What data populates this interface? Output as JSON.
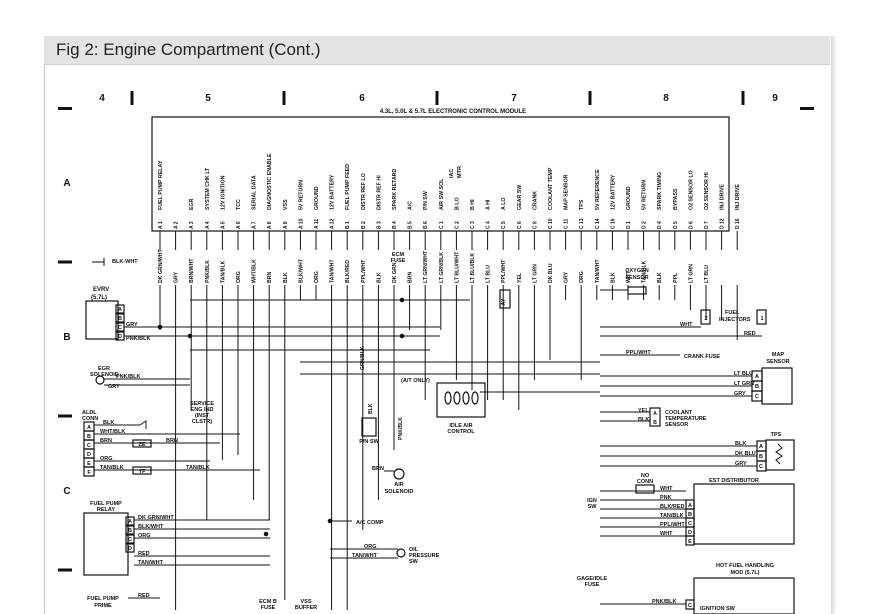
{
  "page": {
    "title": "Fig 2: Engine Compartment (Cont.)"
  },
  "grid": {
    "columns": [
      "4",
      "5",
      "6",
      "7",
      "8",
      "9"
    ],
    "rows": [
      "A",
      "B",
      "C"
    ]
  },
  "ecm": {
    "title": "4.3L, 5.0L & 5.7L ELECTRONIC CONTROL MODULE",
    "pins": [
      {
        "label": "FUEL PUMP RELAY",
        "pin": "A 1"
      },
      {
        "label": "",
        "pin": "A 2"
      },
      {
        "label": "EGR",
        "pin": "A 3"
      },
      {
        "label": "SYSTEM CHK LT",
        "pin": "A 4"
      },
      {
        "label": "12V IGNITION",
        "pin": "A 5"
      },
      {
        "label": "TCC",
        "pin": "A 6"
      },
      {
        "label": "SERIAL DATA",
        "pin": "A 7"
      },
      {
        "label": "DIAGNOSTIC ENABLE",
        "pin": "A 8"
      },
      {
        "label": "VSS",
        "pin": "A 9"
      },
      {
        "label": "5V RETURN",
        "pin": "A 10"
      },
      {
        "label": "GROUND",
        "pin": "A 11"
      },
      {
        "label": "12V BATTERY",
        "pin": "A 12"
      },
      {
        "label": "FUEL PUMP FEED",
        "pin": "B 1"
      },
      {
        "label": "DISTR REF LO",
        "pin": "B 2"
      },
      {
        "label": "DISTR REF HI",
        "pin": "B 3"
      },
      {
        "label": "SPARK RETARD",
        "pin": "B 4"
      },
      {
        "label": "A/C",
        "pin": "B 5"
      },
      {
        "label": "P/N SW",
        "pin": "B 6"
      },
      {
        "label": "AIR SW SOL",
        "pin": "C 1"
      },
      {
        "label": "B LO",
        "pin": "C 2"
      },
      {
        "label": "B HI",
        "pin": "C 3"
      },
      {
        "label": "A HI",
        "pin": "C 4"
      },
      {
        "label": "A LO",
        "pin": "C 5"
      },
      {
        "label": "GEAR SW",
        "pin": "C 6"
      },
      {
        "label": "CRANK",
        "pin": "C 8"
      },
      {
        "label": "COOLANT TEMP",
        "pin": "C 10"
      },
      {
        "label": "MAP SENSOR",
        "pin": "C 11"
      },
      {
        "label": "TPS",
        "pin": "C 13"
      },
      {
        "label": "5V REFERENCE",
        "pin": "C 14"
      },
      {
        "label": "12V BATTERY",
        "pin": "C 16"
      },
      {
        "label": "GROUND",
        "pin": "D 1"
      },
      {
        "label": "5V RETURN",
        "pin": "D 2"
      },
      {
        "label": "SPARK TIMING",
        "pin": "D 4"
      },
      {
        "label": "BYPASS",
        "pin": "D 5"
      },
      {
        "label": "O2 SENSOR LO",
        "pin": "D 6"
      },
      {
        "label": "O2 SENSOR HI",
        "pin": "D 7"
      },
      {
        "label": "INJ DRIVE",
        "pin": "D 12"
      },
      {
        "label": "INJ DRIVE",
        "pin": "D 16"
      }
    ],
    "iac_label": "IAC",
    "iac_sub": "MTR"
  },
  "wire_colors": [
    "DK GRN/WHT",
    "GRY",
    "BRN/WHT",
    "PNK/BLK",
    "TAN/BLK",
    "ORG",
    "WHT/BLK",
    "BRN",
    "BLK",
    "BLK/WHT",
    "ORG",
    "TAN/WHT",
    "BLK/RED",
    "PPL/WHT",
    "BLK",
    "DK GRN",
    "BRN",
    "LT GRN/WHT",
    "LT GRN/BLK",
    "LT BLU/WHT",
    "LT BLU/BLK",
    "LT BLU",
    "PPL/WHT",
    "YEL",
    "LT GRN",
    "DK BLU",
    "GRY",
    "ORG",
    "TAN/WHT",
    "BLK",
    "WHT",
    "TAN/BLK",
    "BLK",
    "PPL",
    "LT GRN",
    "LT BLU"
  ],
  "components": {
    "evrv": {
      "name": "EVRV",
      "sub": "(5.7L)",
      "pins": [
        "A",
        "B",
        "C",
        "D"
      ],
      "wires": [
        "GRY",
        "PNK/BLK"
      ],
      "ground": "BLK/WHT"
    },
    "egr_solenoid": {
      "name": "EGR",
      "sub": "SOLENOID",
      "wires": [
        "PNK/BLK",
        "GRY"
      ]
    },
    "aldl": {
      "name": "ALDL",
      "sub": "CONN",
      "pins": [
        "A",
        "B",
        "C",
        "D",
        "E",
        "F"
      ],
      "wires": [
        "BLK",
        "WHT/BLK",
        "BRN",
        "ORG",
        "TAN/BLK"
      ],
      "splices": [
        "ZE",
        "YF"
      ],
      "extra_wires": [
        "BRN",
        "TAN/BLK"
      ]
    },
    "service_eng_ind": {
      "lines": [
        "SERVICE",
        "ENG IND",
        "(INST",
        "CLSTR)"
      ]
    },
    "ecm_fuse": {
      "lines": [
        "ECM",
        "FUSE"
      ]
    },
    "at_only": {
      "label": "(A/T ONLY)"
    },
    "pn_sw": {
      "name": "P/N SW",
      "wires": [
        "GRN/BLK",
        "BLK",
        "PNK/BLK"
      ]
    },
    "idle_air_control": {
      "lines": [
        "IDLE AIR",
        "CONTROL"
      ]
    },
    "ay": {
      "label": "AY"
    },
    "air_solenoid": {
      "lines": [
        "AIR",
        "SOLENOID"
      ],
      "wire": "BRN",
      "pin": "A"
    },
    "oxygen_sensor": {
      "lines": [
        "OXYGEN",
        "SENSOR"
      ]
    },
    "fuel_injectors": {
      "lines": [
        "FUEL",
        "INJECTORS"
      ],
      "pins": [
        "2",
        "1"
      ],
      "wires": [
        "WHT",
        "RED"
      ]
    },
    "crank_fuse": {
      "label": "CRANK FUSE",
      "wire": "PPL/WHT"
    },
    "map_sensor": {
      "lines": [
        "MAP",
        "SENSOR"
      ],
      "pins": [
        "A",
        "B",
        "C"
      ],
      "wires": [
        "LT BLU",
        "LT GRN",
        "GRY"
      ]
    },
    "coolant_temp_sensor": {
      "lines": [
        "COOLANT",
        "TEMPERATURE",
        "SENSOR"
      ],
      "pins": [
        "A",
        "B"
      ],
      "wires": [
        "YEL",
        "BLK"
      ]
    },
    "tps": {
      "name": "TPS",
      "pins": [
        "A",
        "B",
        "C"
      ],
      "wires": [
        "BLK",
        "DK BLU",
        "GRY"
      ]
    },
    "no_conn": {
      "lines": [
        "NO",
        "CONN"
      ]
    },
    "ign_sw": {
      "lines": [
        "IGN",
        "SW"
      ]
    },
    "est_distributor": {
      "name": "EST DISTRIBUTOR",
      "pins": [
        "A",
        "B",
        "C",
        "D",
        "E"
      ],
      "wires": [
        "WHT",
        "PNK",
        "BLK/RED",
        "TAN/BLK",
        "PPL/WHT",
        "WHT"
      ]
    },
    "fuel_pump_relay": {
      "lines": [
        "FUEL PUMP",
        "RELAY"
      ],
      "pins": [
        "A",
        "B",
        "C",
        "D"
      ],
      "wires": [
        "DK GRN/WHT",
        "BLK/WHT",
        "ORG",
        "RED",
        "TAN/WHT"
      ]
    },
    "ac_comp": {
      "label": "A/C COMP"
    },
    "oil_pressure_sw": {
      "lines": [
        "OIL",
        "PRESSURE",
        "SW"
      ],
      "wires": [
        "ORG",
        "TAN/WHT"
      ]
    },
    "hot_fuel": {
      "lines": [
        "HOT FUEL HANDLING",
        "MOD (5.7L)"
      ],
      "wire": "PNK/BLK",
      "pin": "C",
      "label": "IGNITION SW"
    },
    "gage_idle_fuse": {
      "lines": [
        "GAGE/IDLE",
        "FUSE"
      ]
    },
    "fuel_pump_prime": {
      "lines": [
        "FUEL PUMP",
        "PRIME"
      ],
      "wire": "RED"
    },
    "ecm_b_fuse": {
      "lines": [
        "ECM B",
        "FUSE"
      ]
    },
    "vss_buffer": {
      "lines": [
        "VSS",
        "BUFFER"
      ]
    }
  }
}
